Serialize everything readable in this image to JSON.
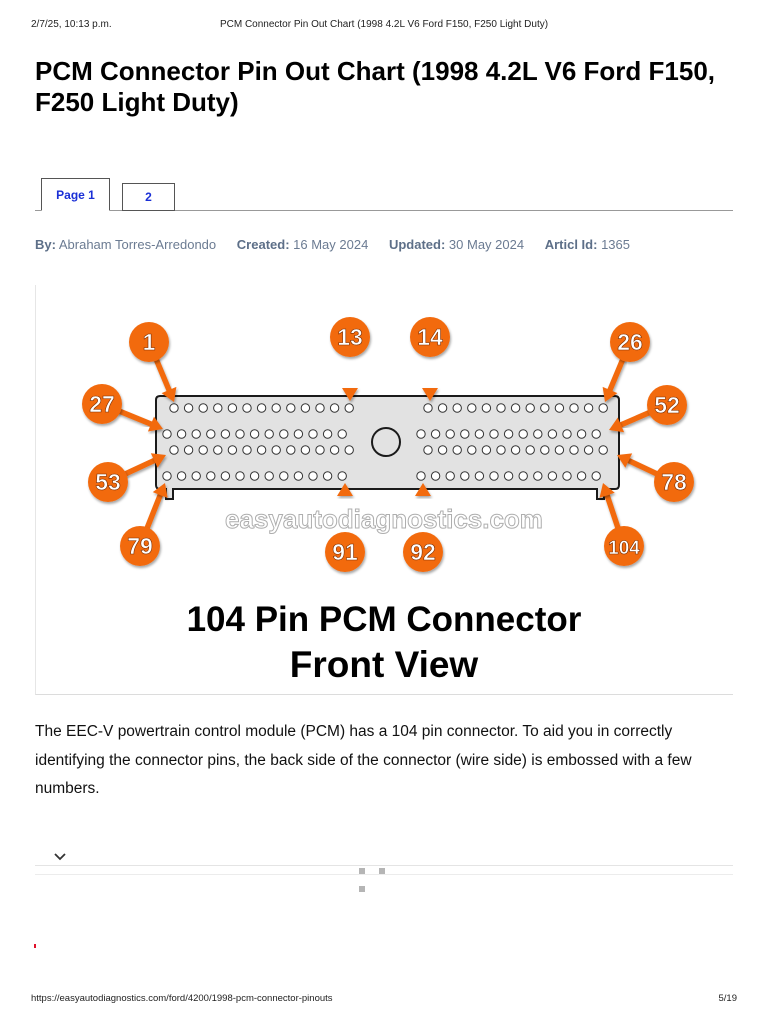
{
  "print_header": {
    "date": "2/7/25, 10:13 p.m.",
    "title": "PCM Connector Pin Out Chart (1998 4.2L V6 Ford F150, F250 Light Duty)"
  },
  "page_title": "PCM Connector Pin Out Chart (1998 4.2L V6 Ford F150, F250 Light Duty)",
  "tabs": [
    {
      "label": "Page 1",
      "active": true
    },
    {
      "label": "2",
      "active": false
    }
  ],
  "meta": {
    "by_label": "By:",
    "author": "Abraham Torres-Arredondo",
    "created_label": "Created:",
    "created": "16 May 2024",
    "updated_label": "Updated:",
    "updated": "30 May 2024",
    "article_label": "Articl Id:",
    "article_id": "1365"
  },
  "figure": {
    "pin_labels": [
      "1",
      "13",
      "14",
      "26",
      "27",
      "52",
      "53",
      "78",
      "79",
      "91",
      "92",
      "104"
    ],
    "watermark": "easyautodiagnostics.com",
    "caption_line1": "104 Pin PCM Connector",
    "caption_line2": "Front View",
    "colors": {
      "callout": "#f26a10",
      "connector": "#e2e2e2",
      "outline": "#1a1a1a"
    }
  },
  "body_text": "The EEC-V powertrain control module (PCM) has a 104 pin connector. To aid you in correctly identifying the connector pins, the back side of the connector (wire side) is embossed with a few numbers.",
  "footer": {
    "url": "https://easyautodiagnostics.com/ford/4200/1998-pcm-connector-pinouts",
    "page": "5/19"
  }
}
